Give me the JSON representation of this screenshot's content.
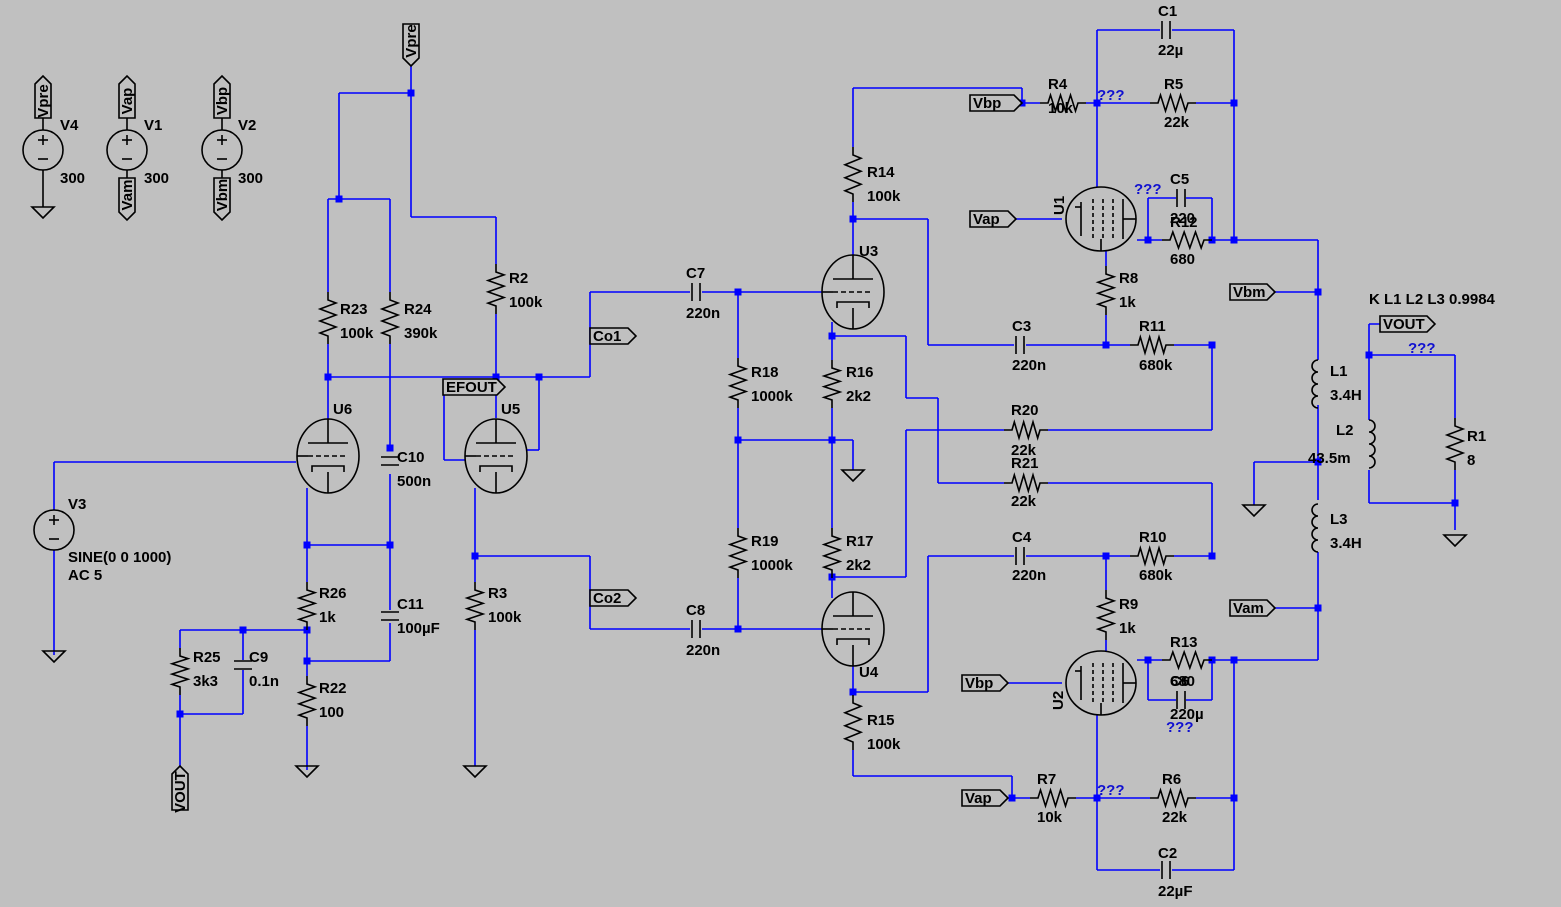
{
  "schematic": {
    "components": [
      {
        "ref": "R23",
        "value": "100k"
      },
      {
        "ref": "R24",
        "value": "390k"
      },
      {
        "ref": "R2",
        "value": "100k"
      },
      {
        "ref": "R3",
        "value": "100k"
      },
      {
        "ref": "R26",
        "value": "1k"
      },
      {
        "ref": "R22",
        "value": "100"
      },
      {
        "ref": "R25",
        "value": "3k3"
      },
      {
        "ref": "R18",
        "value": "1000k"
      },
      {
        "ref": "R19",
        "value": "1000k"
      },
      {
        "ref": "R16",
        "value": "2k2"
      },
      {
        "ref": "R17",
        "value": "2k2"
      },
      {
        "ref": "R14",
        "value": "100k"
      },
      {
        "ref": "R15",
        "value": "100k"
      },
      {
        "ref": "R20",
        "value": "22k"
      },
      {
        "ref": "R21",
        "value": "22k"
      },
      {
        "ref": "R4",
        "value": "10k"
      },
      {
        "ref": "R5",
        "value": "22k"
      },
      {
        "ref": "R7",
        "value": "10k"
      },
      {
        "ref": "R6",
        "value": "22k"
      },
      {
        "ref": "R8",
        "value": "1k"
      },
      {
        "ref": "R9",
        "value": "1k"
      },
      {
        "ref": "R11",
        "value": "680k"
      },
      {
        "ref": "R10",
        "value": "680k"
      },
      {
        "ref": "R12",
        "value": "680"
      },
      {
        "ref": "R13",
        "value": "680"
      },
      {
        "ref": "R1",
        "value": "8"
      },
      {
        "ref": "C10",
        "value": "500n"
      },
      {
        "ref": "C11",
        "value": "100µF"
      },
      {
        "ref": "C9",
        "value": "0.1n"
      },
      {
        "ref": "C7",
        "value": "220n"
      },
      {
        "ref": "C8",
        "value": "220n"
      },
      {
        "ref": "C3",
        "value": "220n"
      },
      {
        "ref": "C4",
        "value": "220n"
      },
      {
        "ref": "C1",
        "value": "22µ"
      },
      {
        "ref": "C2",
        "value": "22µF"
      },
      {
        "ref": "C5",
        "value": "220"
      },
      {
        "ref": "C6",
        "value": "220µ"
      },
      {
        "ref": "L1",
        "value": "3.4H"
      },
      {
        "ref": "L2",
        "value": "43.5m"
      },
      {
        "ref": "L3",
        "value": "3.4H"
      },
      {
        "ref": "V4",
        "value": "300"
      },
      {
        "ref": "V1",
        "value": "300"
      },
      {
        "ref": "V2",
        "value": "300"
      },
      {
        "ref": "V3",
        "value": "SINE(0 0 1000)",
        "value2": "AC 5"
      }
    ],
    "tubes": [
      "U1",
      "U2",
      "U3",
      "U4",
      "U5",
      "U6"
    ],
    "net_labels": [
      "Vpre",
      "Vap",
      "Vam",
      "Vbp",
      "Vbm",
      "Co1",
      "Co2",
      "EFOUT",
      "VOUT"
    ],
    "unknown_marker": "???",
    "directive": "K L1 L2 L3 0.9984",
    "colors": {
      "background": "#c0c0c0",
      "wire": "#0000ff",
      "symbol": "#000000",
      "annotation": "#1010d0"
    }
  }
}
